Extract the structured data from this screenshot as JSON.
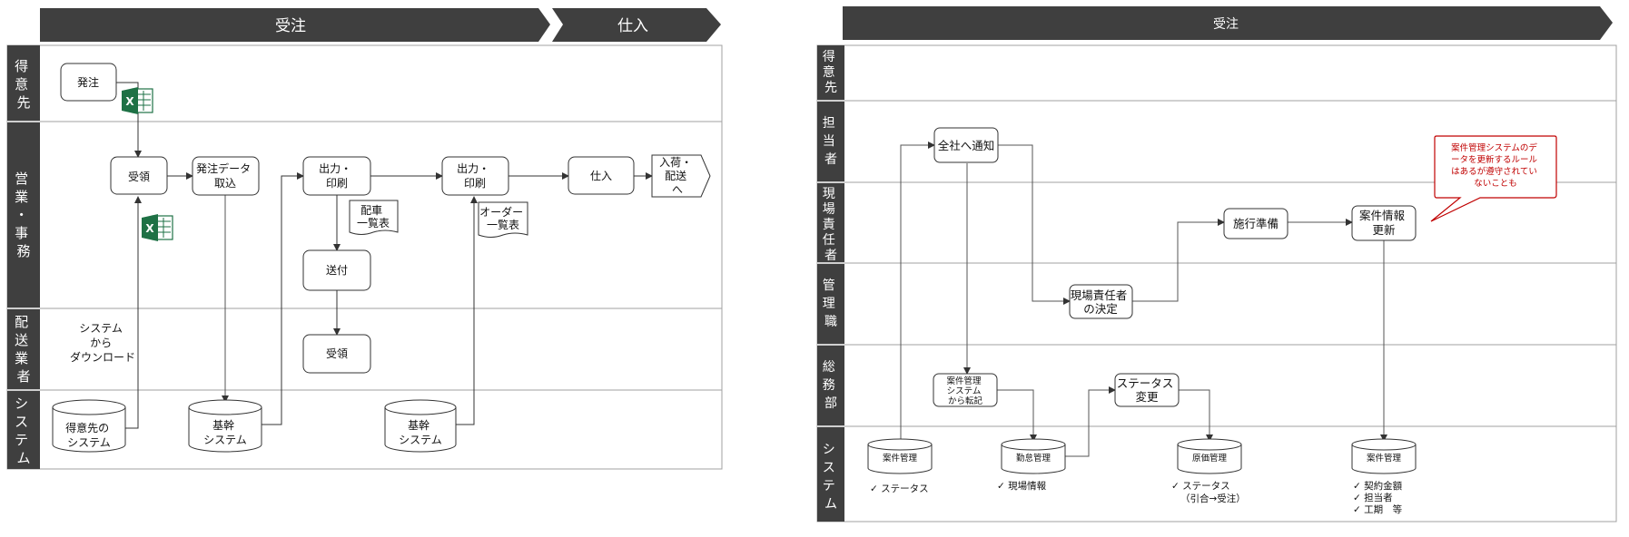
{
  "left": {
    "headers": {
      "order": "受注",
      "purchase": "仕入"
    },
    "lanes": {
      "customer": [
        "得",
        "意",
        "先"
      ],
      "sales": [
        "営",
        "業",
        "・",
        "事",
        "務"
      ],
      "delivery": [
        "配",
        "送",
        "業",
        "者"
      ],
      "system": [
        "シ",
        "ス",
        "テ",
        "ム"
      ]
    },
    "nodes": {
      "order_placed": "発注",
      "receive": "受領",
      "import": [
        "発注データ",
        "取込"
      ],
      "print1": [
        "出力・",
        "印刷"
      ],
      "dispatch_list": [
        "配車",
        "一覧表"
      ],
      "send": "送付",
      "receive2": "受領",
      "print2": [
        "出力・",
        "印刷"
      ],
      "order_list": [
        "オーダー",
        "一覧表"
      ],
      "purchase_node": "仕入",
      "arrival": [
        "入荷・",
        "配送",
        "へ"
      ],
      "download_note": [
        "システム",
        "から",
        "ダウンロード"
      ],
      "db_customer": [
        "得意先の",
        "システム"
      ],
      "db_core1": [
        "基幹",
        "システム"
      ],
      "db_core2": [
        "基幹",
        "システム"
      ]
    },
    "icons": {
      "excel1": "excel-icon",
      "excel2": "excel-icon"
    },
    "excel_letter": "X"
  },
  "right": {
    "header": "受注",
    "lanes": {
      "customer": [
        "得",
        "意",
        "先"
      ],
      "person": [
        "担",
        "当",
        "者"
      ],
      "site_manager": [
        "現",
        "場",
        "責",
        "任",
        "者"
      ],
      "management": [
        "管",
        "理",
        "職"
      ],
      "general_affairs": [
        "総",
        "務",
        "部"
      ],
      "system": [
        "シ",
        "ス",
        "テ",
        "ム"
      ]
    },
    "nodes": {
      "notify": "全社へ通知",
      "decide": [
        "現場責任者",
        "の決定"
      ],
      "prepare": "施行準備",
      "update": [
        "案件情報",
        "更新"
      ],
      "transfer": [
        "案件管理",
        "システム",
        "から転記"
      ],
      "status_change": [
        "ステータス",
        "変更"
      ],
      "db_case1": "案件管理",
      "db_attend": "勤怠管理",
      "db_cost": "原価管理",
      "db_case2": "案件管理"
    },
    "notes": {
      "case1": [
        "✓ ステータス"
      ],
      "attend": [
        "✓ 現場情報"
      ],
      "cost": [
        "✓ ステータス",
        "（引合→受注）"
      ],
      "case2": [
        "✓ 契約金額",
        "✓ 担当者",
        "✓ 工期　等"
      ]
    },
    "callout": [
      "案件管理システムのデ",
      "ータを更新するルール",
      "はあるが遵守されてい",
      "ないことも"
    ]
  },
  "colors": {
    "band": "#3f3f3f",
    "line": "#9a9a9a",
    "arrow": "#333333",
    "excel": "#1e7145",
    "callout": "#c00000"
  }
}
